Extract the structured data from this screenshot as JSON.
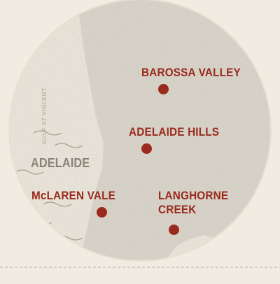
{
  "map": {
    "water_label": "GULF ST VINCENT",
    "city_label": "ADELAIDE",
    "regions": [
      {
        "label_line1": "BAROSSA VALLEY",
        "label_line2": ""
      },
      {
        "label_line1": "ADELAIDE HILLS",
        "label_line2": ""
      },
      {
        "label_line1": "McLAREN VALE",
        "label_line2": ""
      },
      {
        "label_line1": "LANGHORNE",
        "label_line2": "CREEK"
      }
    ]
  },
  "colors": {
    "background": "#f1ece1",
    "land": "#d8d3c9",
    "sea": "#eae5da",
    "region_text": "#9a2a1d",
    "city_text": "#8a8278",
    "divider": "#b8b1a6"
  }
}
